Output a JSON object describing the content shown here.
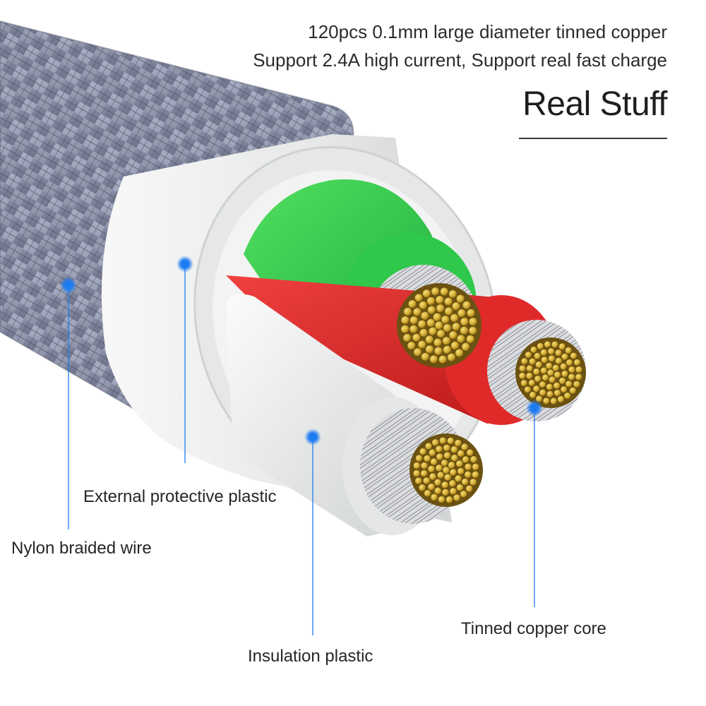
{
  "header": {
    "spec_line_1": "120pcs 0.1mm large diameter tinned copper",
    "spec_line_2": "Support 2.4A high current, Support real fast charge",
    "title": "Real Stuff"
  },
  "callouts": {
    "external_protective_plastic": "External protective plastic",
    "nylon_braided_wire": "Nylon braided wire",
    "tinned_copper_core": "Tinned copper core",
    "insulation_plastic": "Insulation plastic"
  },
  "colors": {
    "braid": "#8a8fa8",
    "outer_jacket": "#eef0ef",
    "green_wire": "#2fc84a",
    "red_wire": "#e02a2a",
    "white_wire": "#e9ebea",
    "copper_tin": "#d6b13a",
    "callout_dot": "#1e7cf2"
  }
}
